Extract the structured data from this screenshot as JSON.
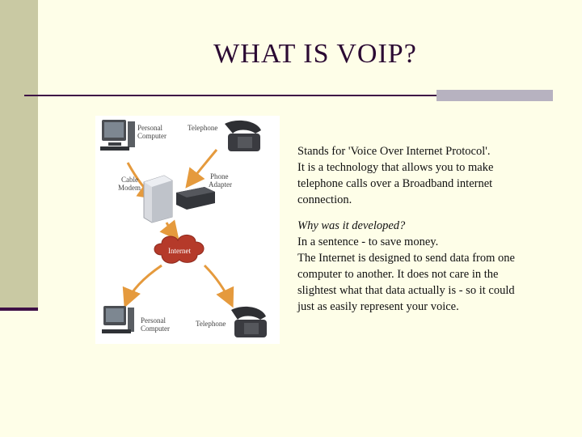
{
  "slide": {
    "title": "WHAT IS VOIP?",
    "paragraph1": [
      "Stands for 'Voice Over Internet Protocol'.",
      "It is a technology that allows you to make",
      "telephone calls over a Broadband internet",
      "connection."
    ],
    "question": "Why was it developed?",
    "paragraph2": [
      "In a sentence - to save money.",
      "The Internet is designed to send data from one",
      "computer to another. It does not care in the",
      "slightest what that data actually is - so it could",
      "just as easily represent your voice."
    ]
  },
  "diagram": {
    "labels": {
      "pc_top_1": "Personal",
      "pc_top_2": "Computer",
      "phone_top": "Telephone",
      "modem_1": "Cable",
      "modem_2": "Modem",
      "adapter_1": "Phone",
      "adapter_2": "Adapter",
      "internet": "Internet",
      "pc_bottom_1": "Personal",
      "pc_bottom_2": "Computer",
      "phone_bottom": "Telephone"
    }
  }
}
